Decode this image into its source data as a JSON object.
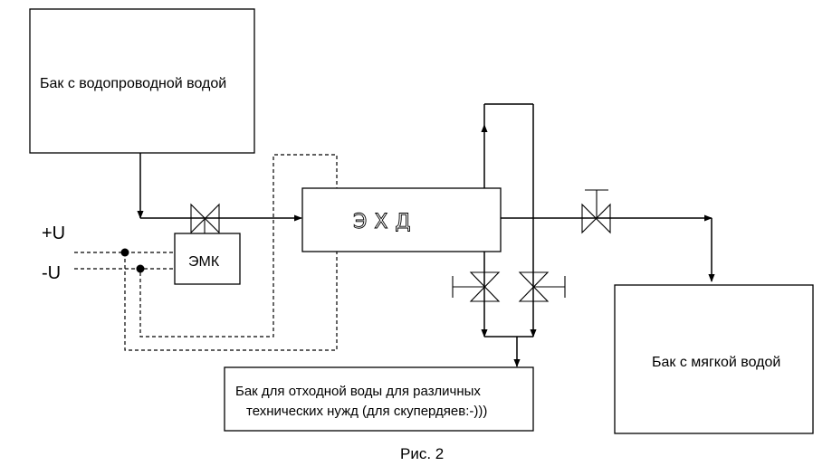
{
  "figure": {
    "caption": "Рис. 2"
  },
  "boxes": {
    "tap_water_tank": "Бак с водопроводной водой",
    "exd": "ЭХД",
    "emk": "ЭМК",
    "soft_water_tank": "Бак с мягкой водой",
    "waste_tank_line1": "Бак для отходной воды для различных",
    "waste_tank_line2": "технических нужд (для скупердяев:-)))"
  },
  "power": {
    "plus": "+U",
    "minus": "-U"
  }
}
